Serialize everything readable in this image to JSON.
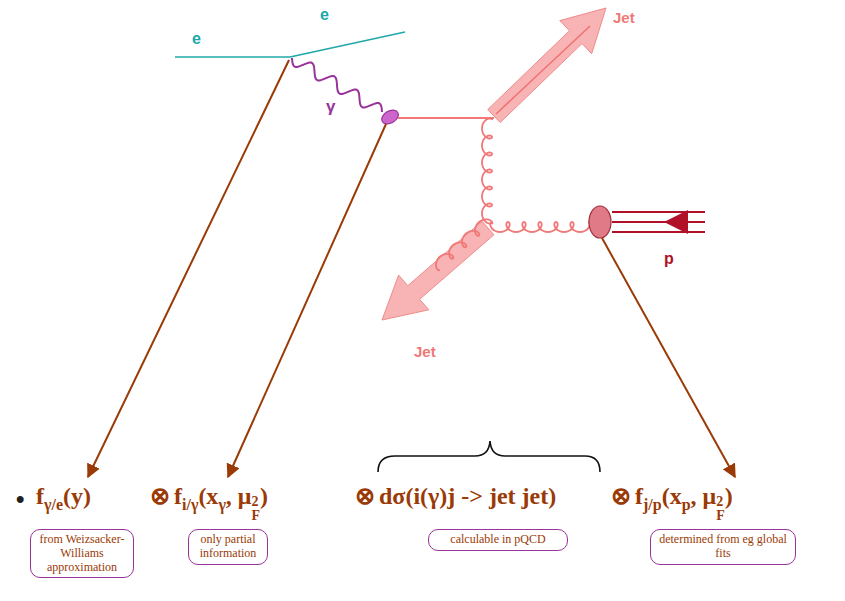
{
  "diagram": {
    "nodes": [
      {
        "text": [
          "from Weizsacker-Williams approximation"
        ]
      },
      {
        "text": [
          "only partial information"
        ]
      },
      {
        "text": [
          "calculable in pQCD"
        ]
      },
      {
        "text": [
          "determined from eg global fits"
        ]
      }
    ],
    "labels": [
      "e",
      "e",
      "Jet",
      "γ",
      "p",
      "Jet",
      "•",
      "f",
      "γ/e",
      "(y)",
      "⊗",
      "f",
      "i/γ",
      "(x",
      "γ",
      ", μ",
      "F",
      "2",
      ")",
      "⊗",
      "dσ(i(γ)j -> jet jet)",
      "⊗",
      "f",
      "j/p",
      "(x",
      "p",
      ", μ",
      "F",
      "2",
      ")"
    ]
  }
}
